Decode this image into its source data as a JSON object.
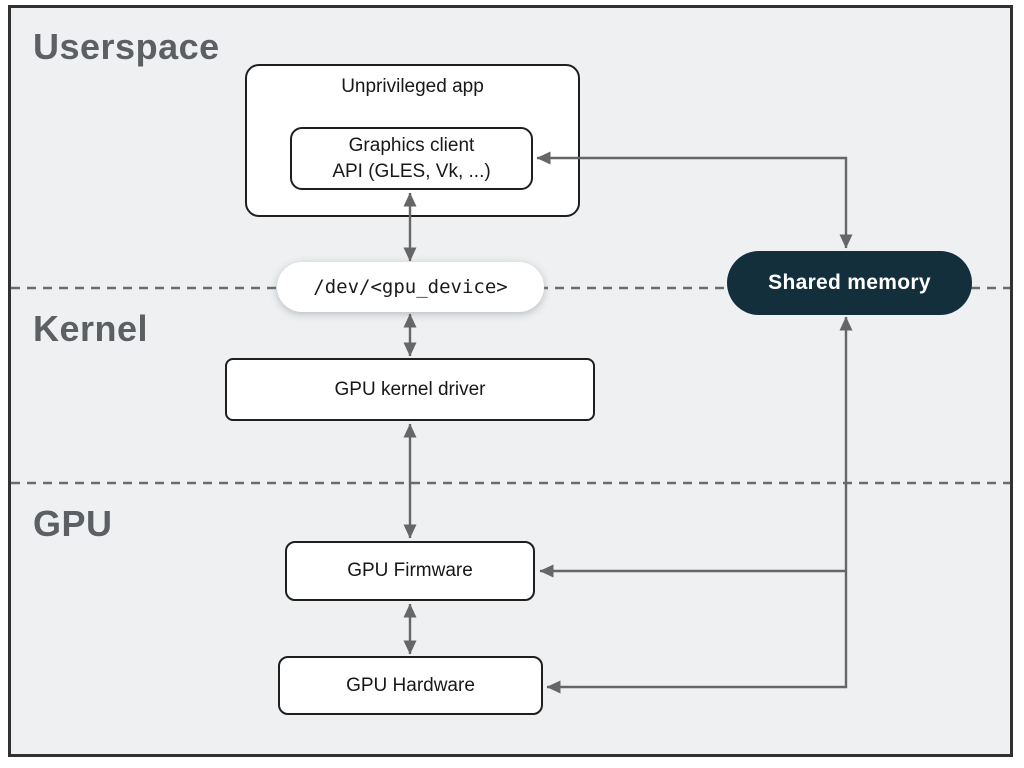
{
  "diagram": {
    "sections": [
      {
        "label": "Userspace"
      },
      {
        "label": "Kernel"
      },
      {
        "label": "GPU"
      }
    ],
    "nodes": {
      "unprivileged_app": {
        "label": "Unprivileged app"
      },
      "graphics_client_api": {
        "line1": "Graphics client",
        "line2": "API (GLES, Vk, ...)"
      },
      "gpu_device_node": {
        "label": "/dev/<gpu_device>"
      },
      "gpu_kernel_driver": {
        "label": "GPU kernel driver"
      },
      "gpu_firmware": {
        "label": "GPU Firmware"
      },
      "gpu_hardware": {
        "label": "GPU Hardware"
      },
      "shared_memory": {
        "label": "Shared memory"
      }
    },
    "edges": [
      {
        "from": "graphics_client_api",
        "to": "gpu_device_node",
        "type": "bidirectional"
      },
      {
        "from": "gpu_device_node",
        "to": "gpu_kernel_driver",
        "type": "bidirectional"
      },
      {
        "from": "gpu_kernel_driver",
        "to": "gpu_firmware",
        "type": "bidirectional"
      },
      {
        "from": "gpu_firmware",
        "to": "gpu_hardware",
        "type": "bidirectional"
      },
      {
        "from": "shared_memory",
        "to": "graphics_client_api",
        "type": "bidirectional"
      },
      {
        "from": "shared_memory",
        "to": "gpu_firmware",
        "type": "arrow-into-firmware"
      },
      {
        "from": "shared_memory",
        "to": "gpu_hardware",
        "type": "arrow-into-hardware"
      }
    ],
    "colors": {
      "frame_bg": "#eef0f1",
      "frame_border": "#2f3133",
      "node_border": "#1f1f1f",
      "node_bg": "#ffffff",
      "section_label": "#5c5f63",
      "node_text": "#17181a",
      "connector": "#666666",
      "dashed_boundary": "#6a6d70",
      "shared_memory_bg": "#132f3c",
      "shared_memory_text": "#ffffff"
    }
  }
}
